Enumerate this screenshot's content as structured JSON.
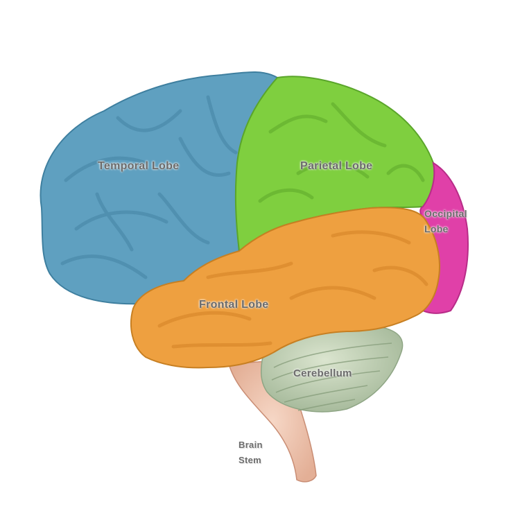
{
  "diagram": {
    "regions": [
      {
        "key": "temporal",
        "label": "Temporal Lobe",
        "color": "#5fa0c0"
      },
      {
        "key": "parietal",
        "label": "Parietal Lobe",
        "color": "#7fcf3f"
      },
      {
        "key": "occipital",
        "label": "Occipital Lobe",
        "color": "#e040a8"
      },
      {
        "key": "frontal",
        "label": "Frontal Lobe",
        "color": "#eea040"
      },
      {
        "key": "cerebellum",
        "label": "Cerebellum",
        "color": "#bccdb2"
      },
      {
        "key": "stem",
        "label": "Brain Stem",
        "color": "#eec5ae"
      }
    ]
  }
}
